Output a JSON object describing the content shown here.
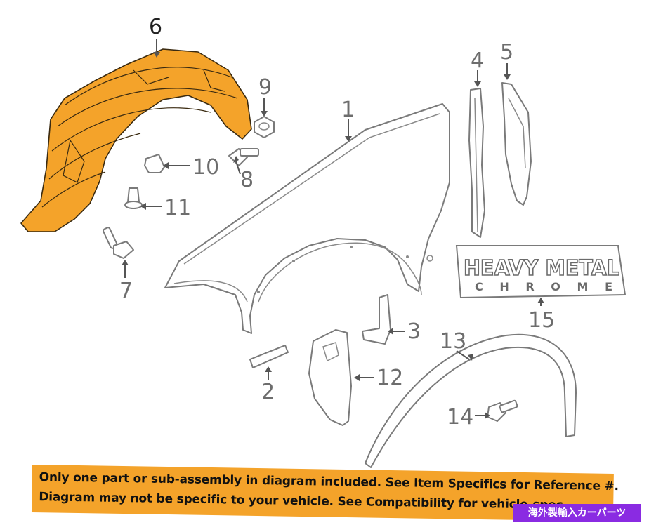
{
  "callouts": {
    "c1": "1",
    "c2": "2",
    "c3": "3",
    "c4": "4",
    "c5": "5",
    "c6": "6",
    "c7": "7",
    "c8": "8",
    "c9": "9",
    "c10": "10",
    "c11": "11",
    "c12": "12",
    "c13": "13",
    "c14": "14",
    "c15": "15"
  },
  "emblem": {
    "line1": "HEAVY METAL",
    "line2": "C H R O M E"
  },
  "banner": {
    "line1": "Only one part or sub-assembly in diagram included. See Item Specifics for Reference #.",
    "line2": "Diagram may not be specific to your vehicle. See Compatibility for vehicle-spec"
  },
  "badge": {
    "text": "海外製輸入カーパーツ"
  },
  "colors": {
    "highlight": "#f4a32a",
    "badge": "#8a2be2",
    "linework": "#7a7a7a"
  }
}
